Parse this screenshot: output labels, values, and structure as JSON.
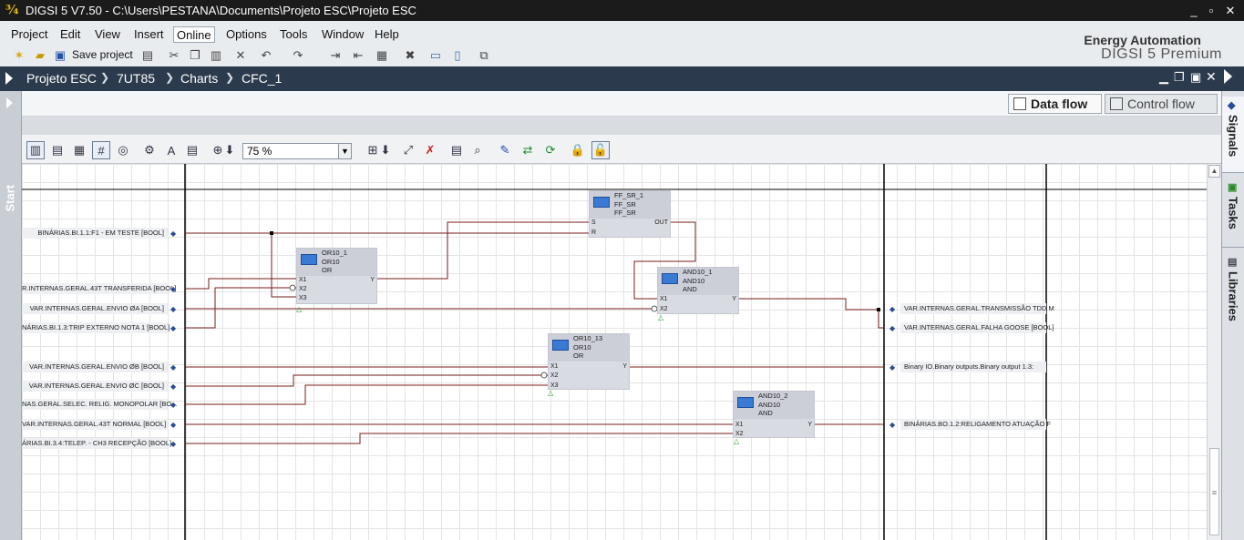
{
  "window": {
    "title": "DIGSI 5 V7.50  -  C:\\Users\\PESTANA\\Documents\\Projeto ESC\\Projeto ESC",
    "controls": [
      "_",
      "▫",
      "✕"
    ]
  },
  "menu": [
    "Project",
    "Edit",
    "View",
    "Insert",
    "Online",
    "Options",
    "Tools",
    "Window",
    "Help"
  ],
  "toolbar": {
    "save_label": "Save project"
  },
  "brand": {
    "line1": "Energy Automation",
    "line2": "DIGSI 5 Premium"
  },
  "breadcrumb": [
    "Projeto ESC",
    "7UT85",
    "Charts",
    "CFC_1"
  ],
  "view_buttons": {
    "data_flow": "Data flow",
    "control_flow": "Control flow"
  },
  "left_strip": {
    "label": "Start"
  },
  "right_tabs": {
    "signals": "Signals",
    "tasks": "Tasks",
    "libraries": "Libraries"
  },
  "zoom": {
    "value": "75 %"
  },
  "inputs": [
    "BINÁRIAS.BI.1.1:F1 - EM TESTE [BOOL]",
    "R.INTERNAS.GERAL.43T TRANSFERIDA [BOOL]",
    "VAR.INTERNAS.GERAL.ENVIO ØA [BOOL]",
    "NÁRIAS.BI.1.3:TRIP EXTERNO NOTA 1 [BOOL]",
    "VAR.INTERNAS.GERAL.ENVIO ØB [BOOL]",
    "VAR.INTERNAS.GERAL.ENVIO ØC [BOOL]",
    "NAS.GERAL.SELEC. RELIG. MONOPOLAR [BO...",
    "VAR.INTERNAS.GERAL.43T NORMAL [BOOL]",
    "ÁRIAS.BI.3.4:TELEP. - CH3 RECEPÇÃO [BOOL]"
  ],
  "outputs": [
    "VAR.INTERNAS.GERAL.TRANSMISSÃO  TDD  M",
    "VAR.INTERNAS.GERAL.FALHA GOOSE [BOOL]",
    "Binary IO.Binary outputs.Binary output  1.3:",
    "BINÁRIAS.BO.1.2:RELIGAMENTO ATUAÇÃO F"
  ],
  "blocks": [
    {
      "name": "FF_SR_1",
      "type": "FF_SR",
      "cat": "FF_SR",
      "pins_in": [
        "S",
        "R"
      ],
      "pins_out": [
        "OUT"
      ]
    },
    {
      "name": "OR10_1",
      "type": "OR10",
      "cat": "OR",
      "pins_in": [
        "X1",
        "X2",
        "X3"
      ],
      "pins_out": [
        "Y"
      ]
    },
    {
      "name": "AND10_1",
      "type": "AND10",
      "cat": "AND",
      "pins_in": [
        "X1",
        "X2"
      ],
      "pins_out": [
        "Y"
      ]
    },
    {
      "name": "OR10_13",
      "type": "OR10",
      "cat": "OR",
      "pins_in": [
        "X1",
        "X2",
        "X3"
      ],
      "pins_out": [
        "Y"
      ]
    },
    {
      "name": "AND10_2",
      "type": "AND10",
      "cat": "AND",
      "pins_in": [
        "X1",
        "X2"
      ],
      "pins_out": [
        "Y"
      ]
    }
  ]
}
